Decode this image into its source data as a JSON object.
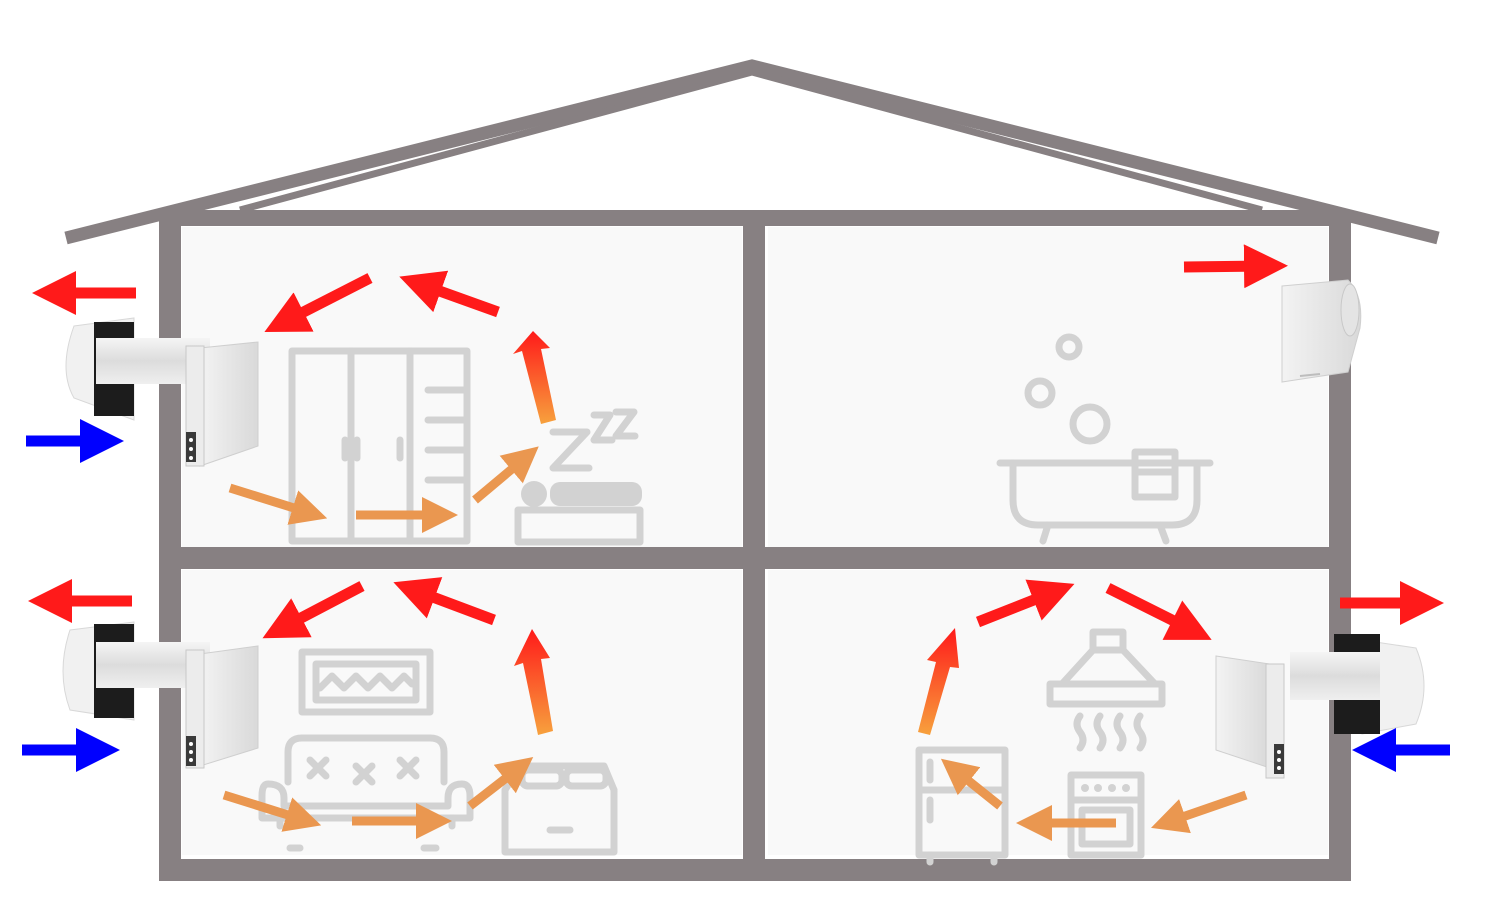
{
  "colors": {
    "wall": "#878082",
    "room_background": "#f9f9f9",
    "icon": "#d2d2d2",
    "exhaust_arrow": "#ff1a1a",
    "intake_arrow": "#0000ff",
    "indoor_flow_arrow": "#ea9750",
    "flow_gradient_start": "#f7a13d",
    "flow_gradient_end": "#ff1a1a"
  },
  "rooms": [
    {
      "id": "bedroom",
      "icons": [
        "wardrobe-icon",
        "bed-icon",
        "sleep-zzz-icon"
      ],
      "units": [
        "wall-ventilator"
      ]
    },
    {
      "id": "bathroom",
      "icons": [
        "bathtub-icon",
        "bubbles-icon"
      ],
      "units": [
        "exhaust-fan"
      ]
    },
    {
      "id": "living-room",
      "icons": [
        "tv-icon",
        "sofa-icon",
        "armchair-icon"
      ],
      "units": [
        "wall-ventilator"
      ]
    },
    {
      "id": "kitchen",
      "icons": [
        "range-hood-icon",
        "stove-icon",
        "fridge-icon"
      ],
      "units": [
        "wall-ventilator"
      ]
    }
  ]
}
